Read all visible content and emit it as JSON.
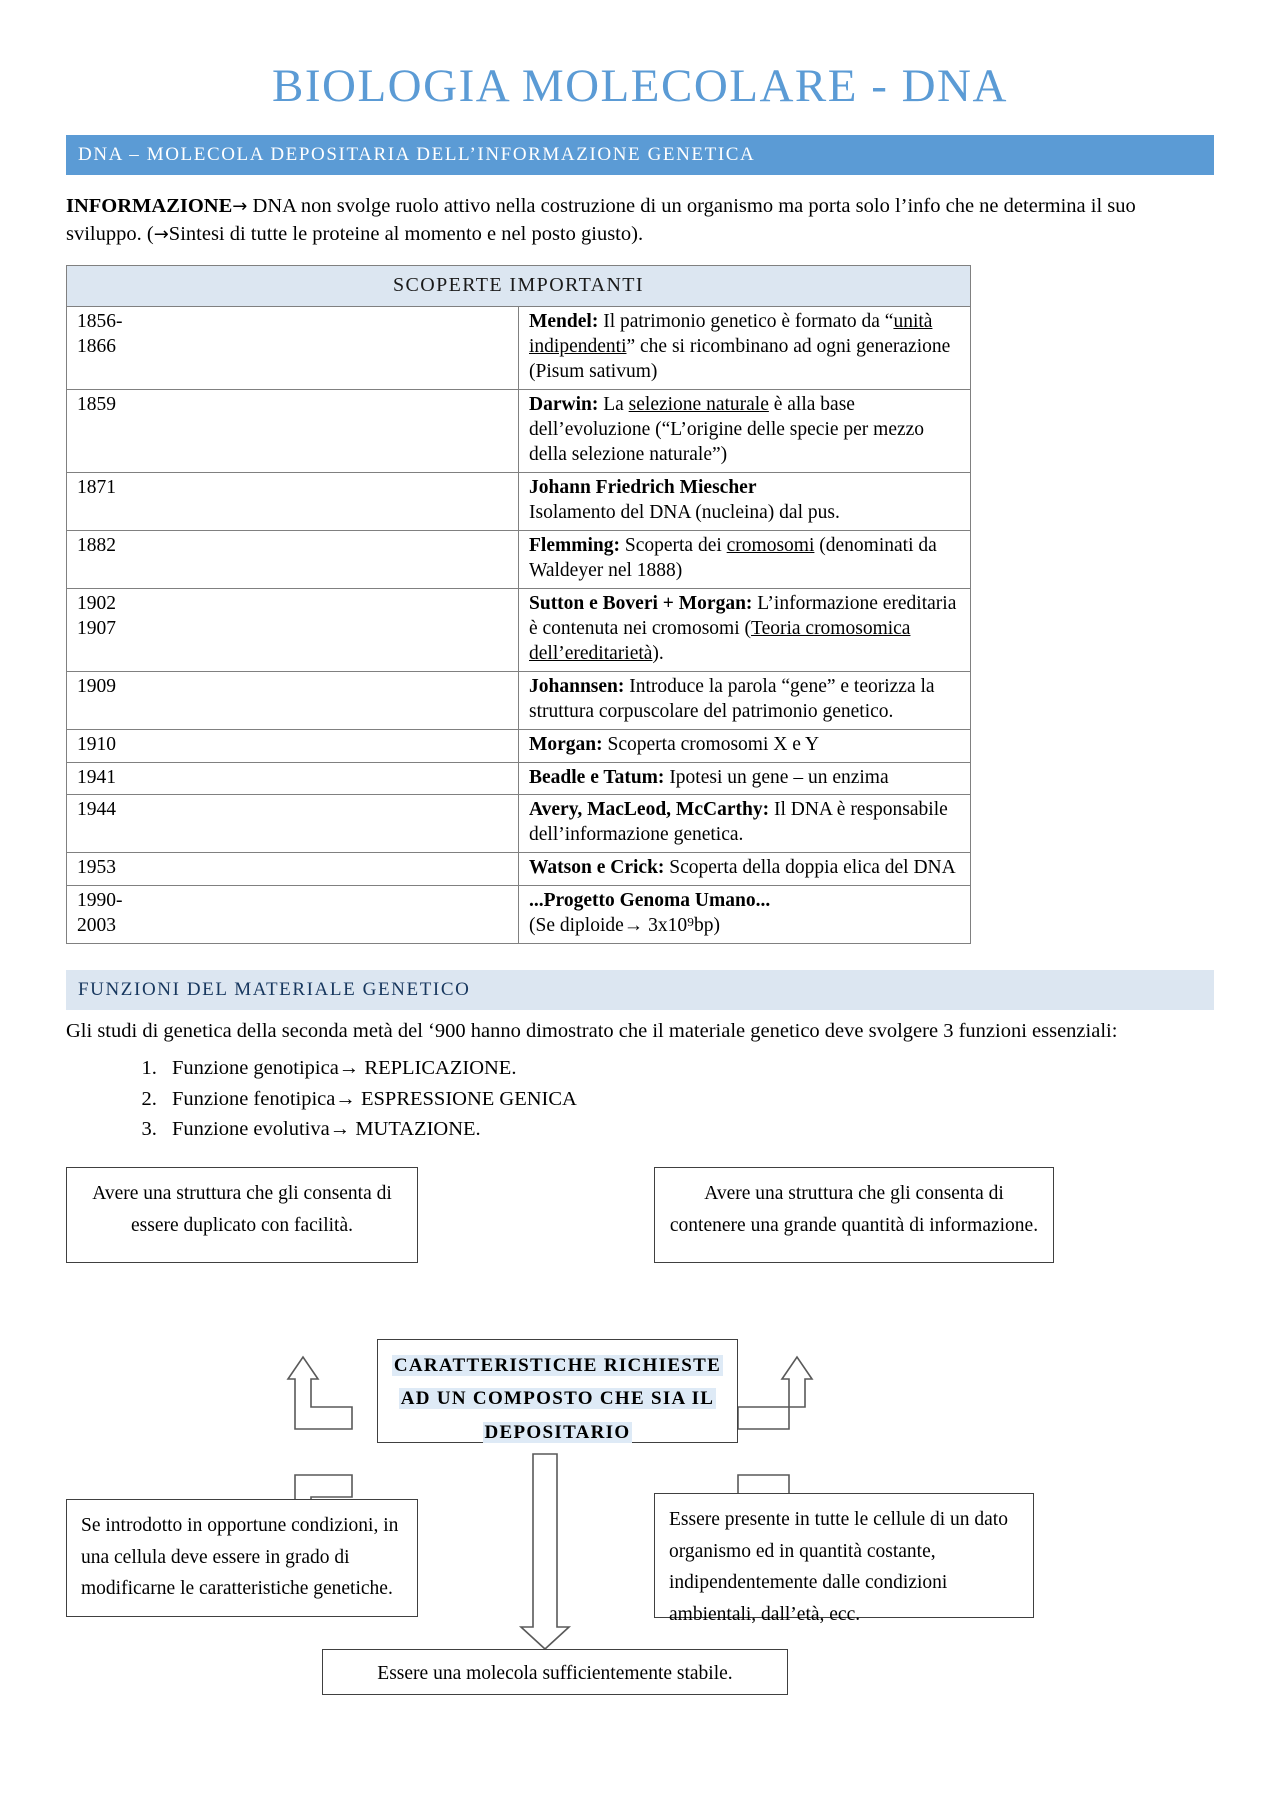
{
  "document": {
    "title": "BIOLOGIA MOLECOLARE - DNA",
    "accent_color": "#5B9BD5",
    "light_accent_color": "#DCE6F1"
  },
  "section1": {
    "heading": "DNA – MOLECOLA DEPOSITARIA DELL’INFORMAZIONE GENETICA",
    "intro_bold": "INFORMAZIONE",
    "intro_arrow": "→",
    "intro_line1": " DNA non svolge ruolo attivo nella costruzione di un organismo ma porta solo l’info che ne",
    "intro_line2_a": "determina il suo sviluppo. (",
    "intro_line2_arrow": "→",
    "intro_line2_b": "Sintesi di tutte le proteine al momento e nel posto giusto)."
  },
  "table": {
    "header": "SCOPERTE IMPORTANTI",
    "rows": [
      {
        "year": "1856-\n1866",
        "name": "Mendel:",
        "text_a": " Il patrimonio genetico è formato da “",
        "underlined": "unità indipendenti",
        "text_b": "” che si ricombinano ad ogni generazione (Pisum sativum)"
      },
      {
        "year": "1859",
        "name": "Darwin:",
        "text_a": " La ",
        "underlined": "selezione naturale",
        "text_b": " è alla base dell’evoluzione (“L’origine delle specie per mezzo della selezione naturale”)"
      },
      {
        "year": "1871",
        "name": "Johann Friedrich Miescher",
        "text_a": "",
        "underlined": "",
        "text_b": "Isolamento del DNA (nucleina) dal pus."
      },
      {
        "year": "1882",
        "name": "Flemming:",
        "text_a": " Scoperta dei ",
        "underlined": "cromosomi",
        "text_b": " (denominati da Waldeyer nel 1888)"
      },
      {
        "year": "1902\n1907",
        "name": "Sutton e Boveri + Morgan:",
        "text_a": " L’informazione ereditaria è contenuta nei cromosomi (",
        "underlined": "Teoria cromosomica dell’ereditarietà",
        "text_b": ")."
      },
      {
        "year": "1909",
        "name": "Johannsen:",
        "text_a": " Introduce la parola “gene” e teorizza la struttura corpuscolare del patrimonio genetico.",
        "underlined": "",
        "text_b": ""
      },
      {
        "year": "1910",
        "name": "Morgan:",
        "text_a": " Scoperta cromosomi X e Y",
        "underlined": "",
        "text_b": ""
      },
      {
        "year": "1941",
        "name": "Beadle e Tatum:",
        "text_a": " Ipotesi un gene – un enzima",
        "underlined": "",
        "text_b": ""
      },
      {
        "year": "1944",
        "name": "Avery, MacLeod, McCarthy:",
        "text_a": " Il DNA è responsabile dell’informazione genetica.",
        "underlined": "",
        "text_b": ""
      },
      {
        "year": "1953",
        "name": "Watson e Crick:",
        "text_a": " Scoperta della doppia elica del DNA",
        "underlined": "",
        "text_b": ""
      },
      {
        "year": "1990-\n2003",
        "name": "...Progetto Genoma Umano...",
        "text_a": "",
        "underlined": "",
        "text_b": "(Se diploide→ 3x10⁹bp)"
      }
    ]
  },
  "section2": {
    "heading": "FUNZIONI DEL MATERIALE GENETICO",
    "intro": "Gli studi di genetica della seconda metà del ‘900 hanno dimostrato che il materiale genetico deve svolgere 3 funzioni essenziali:",
    "items": [
      "Funzione genotipica→ REPLICAZIONE.",
      "Funzione fenotipica→ ESPRESSIONE GENICA",
      "Funzione evolutiva→ MUTAZIONE."
    ]
  },
  "diagram": {
    "center": {
      "line1": "CARATTERISTICHE RICHIESTE",
      "line2": "AD UN COMPOSTO CHE SIA IL",
      "line3": "DEPOSITARIO"
    },
    "top_left": "Avere una struttura che gli consenta di essere duplicato con facilità.",
    "top_right": "Avere una struttura che gli consenta di contenere una grande quantità di informazione.",
    "bottom_left": "Se introdotto in opportune condizioni, in una cellula deve essere in grado di modificarne le caratteristiche genetiche.",
    "bottom_right": "Essere presente in tutte le cellule di un dato organismo ed in quantità costante, indipendentemente dalle condizioni ambientali, dall’età, ecc.",
    "bottom_center": "Essere una molecola sufficientemente stabile."
  }
}
